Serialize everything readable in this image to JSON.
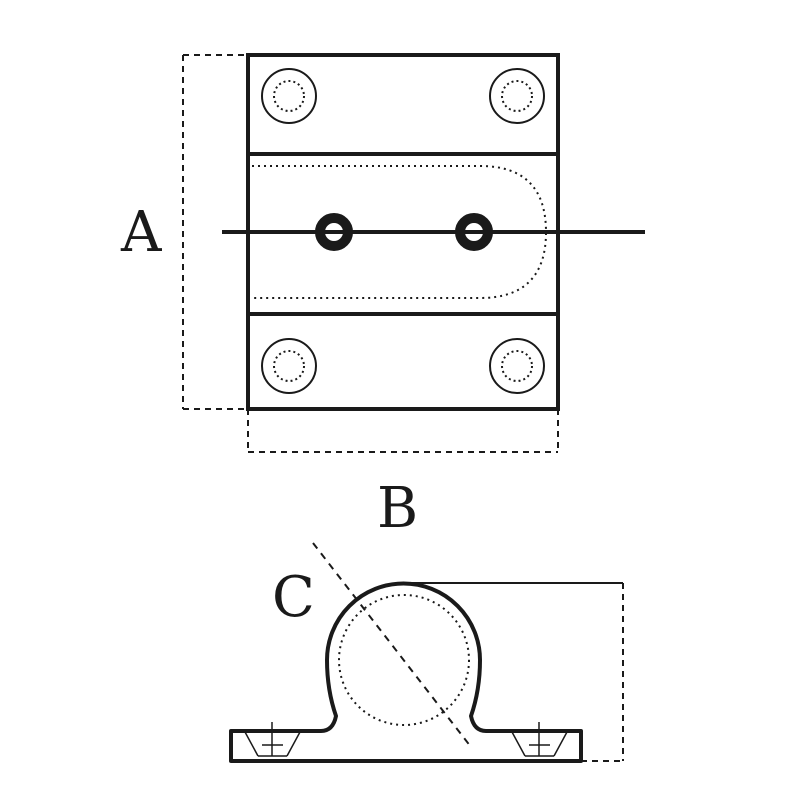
{
  "labels": {
    "a": "A",
    "b": "B",
    "c": "C"
  },
  "colors": {
    "line": "#1a1a1a",
    "background": "#ffffff"
  }
}
